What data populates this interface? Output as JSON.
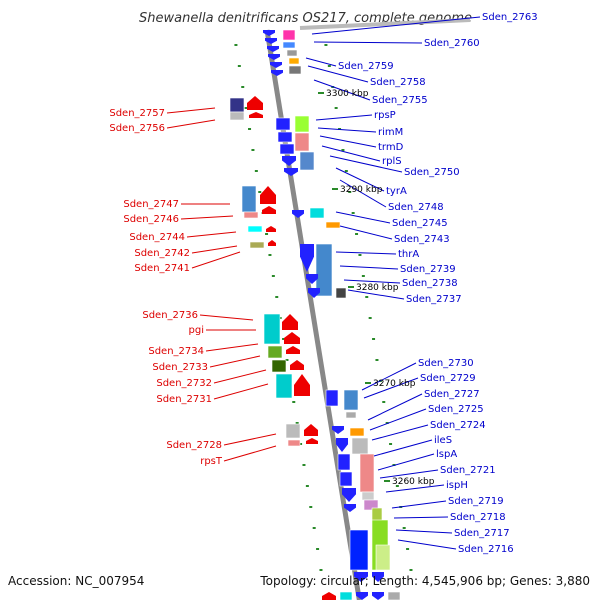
{
  "title": "Shewanella denitrificans OS217, complete genome",
  "title_gene": "Sden_2763",
  "accession": "Accession: NC_007954",
  "summary": "Topology: circular; Length: 4,545,906 bp; Genes: 3,880",
  "kbp_markers": [
    "3300 kbp",
    "3290 kbp",
    "3280 kbp",
    "3270 kbp",
    "3260 kbp"
  ],
  "left_labels": [
    "Sden_2757",
    "Sden_2756",
    "Sden_2747",
    "Sden_2746",
    "Sden_2744",
    "Sden_2742",
    "Sden_2741",
    "Sden_2736",
    "pgi",
    "Sden_2734",
    "Sden_2733",
    "Sden_2732",
    "Sden_2731",
    "Sden_2728",
    "rpsT"
  ],
  "right_labels": [
    "Sden_2760",
    "Sden_2759",
    "Sden_2758",
    "Sden_2755",
    "rpsP",
    "rimM",
    "trmD",
    "rplS",
    "Sden_2750",
    "tyrA",
    "Sden_2748",
    "Sden_2745",
    "Sden_2743",
    "thrA",
    "Sden_2739",
    "Sden_2738",
    "Sden_2737",
    "Sden_2730",
    "Sden_2729",
    "Sden_2727",
    "Sden_2725",
    "Sden_2724",
    "ileS",
    "lspA",
    "Sden_2721",
    "ispH",
    "Sden_2719",
    "Sden_2718",
    "Sden_2717",
    "Sden_2716"
  ],
  "colors": {
    "left_label": "#dd0000",
    "right_label": "#0000cc",
    "backbone": "#888888",
    "tick": "#2a8a2a"
  }
}
